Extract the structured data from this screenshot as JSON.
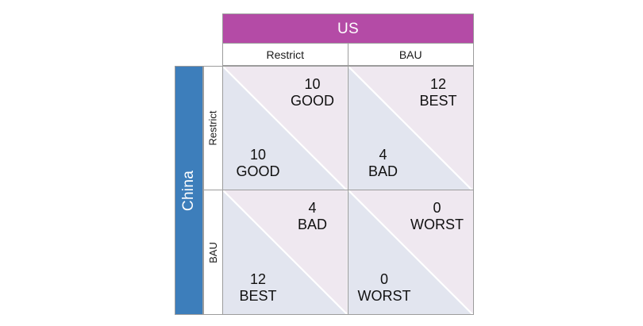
{
  "figure": {
    "type": "payoff-matrix",
    "title": "",
    "players": {
      "column_player": "US",
      "row_player": "China"
    },
    "colors": {
      "column_header_band": "#b44ba6",
      "row_header_band": "#3d7ebb",
      "column_payoff_triangle": "#efe8f0",
      "row_payoff_triangle": "#e2e5ef",
      "grid_line": "#9c9c9c",
      "diagonal_line": "#ffffff",
      "header_text": "#ffffff",
      "body_text": "#111111"
    }
  },
  "column_axis": {
    "label": "US",
    "strategies": [
      "Restrict",
      "BAU"
    ]
  },
  "row_axis": {
    "label": "China",
    "strategies": [
      "Restrict",
      "BAU"
    ]
  },
  "cells": [
    {
      "row_strategy": "Restrict",
      "column_strategy": "Restrict",
      "us": {
        "value": "10",
        "rating": "GOOD"
      },
      "china": {
        "value": "10",
        "rating": "GOOD"
      }
    },
    {
      "row_strategy": "Restrict",
      "column_strategy": "BAU",
      "us": {
        "value": "12",
        "rating": "BEST"
      },
      "china": {
        "value": "4",
        "rating": "BAD"
      }
    },
    {
      "row_strategy": "BAU",
      "column_strategy": "Restrict",
      "us": {
        "value": "4",
        "rating": "BAD"
      },
      "china": {
        "value": "12",
        "rating": "BEST"
      }
    },
    {
      "row_strategy": "BAU",
      "column_strategy": "BAU",
      "us": {
        "value": "0",
        "rating": "WORST"
      },
      "china": {
        "value": "0",
        "rating": "WORST"
      }
    }
  ]
}
